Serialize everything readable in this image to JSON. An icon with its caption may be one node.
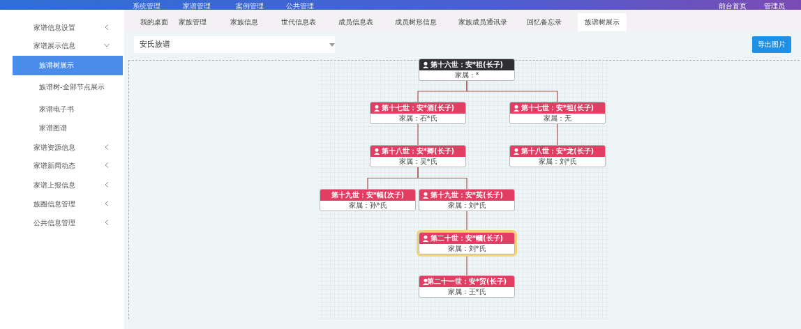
{
  "diagram": {
    "nodes": [
      {
        "text": [
          "第十六世：安*祖(长子)",
          "家属：*"
        ]
      },
      {
        "text": [
          "第十七世：安*酒(长子)",
          "家属：石*氏"
        ]
      },
      {
        "text": [
          "第十七世：安*坦(长子)",
          "家属：无"
        ]
      },
      {
        "text": [
          "第十八世：安*卿(长子)",
          "家属：吴*氏"
        ]
      },
      {
        "text": [
          "第十八世：安*龙(长子)",
          "家属：刘*氏"
        ]
      },
      {
        "text": [
          "第十九世：安*幅(次子)",
          "家属：孙*氏"
        ]
      },
      {
        "text": [
          "第十九世：安*英(长子)",
          "家属：刘*氏"
        ]
      },
      {
        "text": [
          "第二十世：安*幗(长子)",
          "家属：刘*氏"
        ]
      },
      {
        "text": [
          "第二十一世：安*贸(长子)",
          "家属：王*氏"
        ]
      }
    ],
    "edges": [
      {
        "from": 0,
        "to": 1,
        "arrow": "none"
      },
      {
        "from": 0,
        "to": 2,
        "arrow": "none"
      },
      {
        "from": 1,
        "to": 3,
        "arrow": "none"
      },
      {
        "from": 2,
        "to": 4,
        "arrow": "none"
      },
      {
        "from": 3,
        "to": 5,
        "arrow": "none"
      },
      {
        "from": 3,
        "to": 6,
        "arrow": "none"
      },
      {
        "from": 6,
        "to": 7,
        "arrow": "none"
      },
      {
        "from": 7,
        "to": 8,
        "arrow": "none"
      }
    ],
    "labels": [
      "系统管理",
      "家谱管理",
      "案例管理",
      "公共管理",
      "前台首页",
      "管理员",
      "我的桌面",
      "家族管理",
      "家族信息",
      "世代信息表",
      "成员信息表",
      "成员树形信息",
      "家族成员通讯录",
      "回忆备忘录",
      "族谱树展示",
      "家谱信息设置",
      "家谱展示信息",
      "族谱树展示",
      "族谱树-全部节点展示",
      "家谱电子书",
      "家谱图谱",
      "家谱资源信息",
      "家谱新闻动态",
      "家谱上报信息",
      "族圈信息管理",
      "公共信息管理",
      "安氏族谱",
      "导出图片"
    ]
  }
}
